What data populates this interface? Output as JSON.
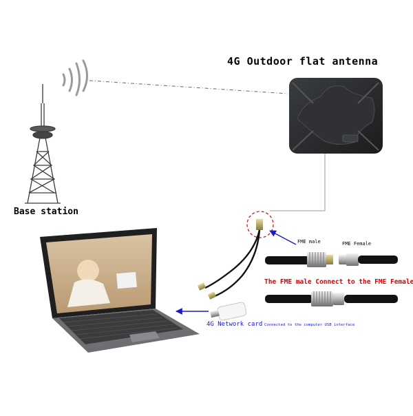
{
  "diagram": {
    "title": "4G Outdoor flat antenna",
    "base_station_label": "Base station",
    "fme_male_label": "FME male",
    "fme_female_label": "FME Female",
    "connection_note": "The FME male Connect to the FME Female",
    "network_card_label": "4G Network card",
    "usb_note": "Connected to the computer USB interface"
  },
  "colors": {
    "arrow_blue": "#1a1ac8",
    "highlight_red": "#e00000",
    "antenna_body": "#2a2c2e",
    "cable_black": "#111111"
  }
}
